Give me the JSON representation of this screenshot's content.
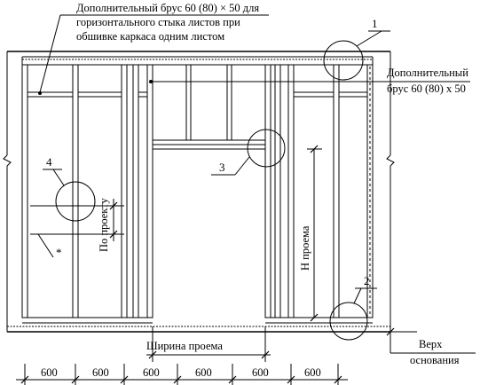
{
  "annotations": {
    "top_note": {
      "line1": "Дополнительный брус 60 (80) × 50 для",
      "line2": "горизонтального стыка листов при",
      "line3": "обшивке каркаса  одним листом"
    },
    "right_note": {
      "line1": "Дополнительный",
      "line2": "брус 60 (80) х 50"
    },
    "base_note": {
      "line1": "Верх",
      "line2": "основания"
    },
    "asterisk": "*",
    "by_project": "По проекту",
    "opening_height": "Н проема",
    "opening_width": "Ширина проема"
  },
  "callouts": [
    "1",
    "2",
    "3",
    "4"
  ],
  "spacing_labels": [
    "600",
    "600",
    "600",
    "600",
    "600",
    "600"
  ]
}
